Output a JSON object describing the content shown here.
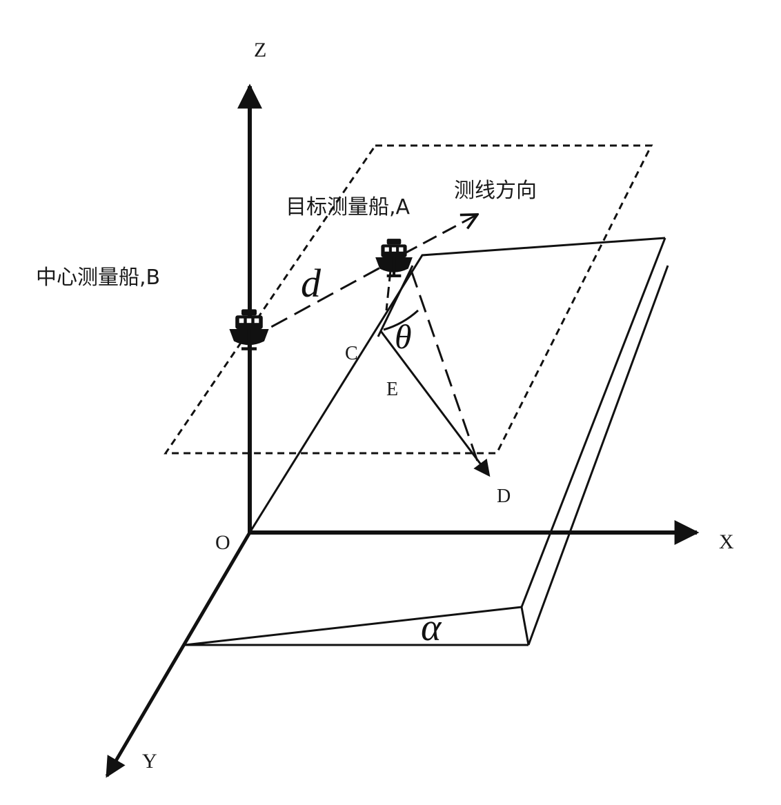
{
  "axes": {
    "x": "X",
    "y": "Y",
    "z": "Z",
    "origin": "O"
  },
  "labels": {
    "target_ship": "目标测量船,A",
    "center_ship": "中心测量船,B",
    "survey_direction": "测线方向",
    "point_c": "C",
    "point_d": "D",
    "point_e": "E"
  },
  "symbols": {
    "distance": "d",
    "beam_angle": "θ",
    "slope_angle": "α"
  },
  "icons": {
    "ship": "ship-icon"
  },
  "colors": {
    "stroke": "#111111",
    "text": "#1a1a1a",
    "background": "#ffffff"
  }
}
